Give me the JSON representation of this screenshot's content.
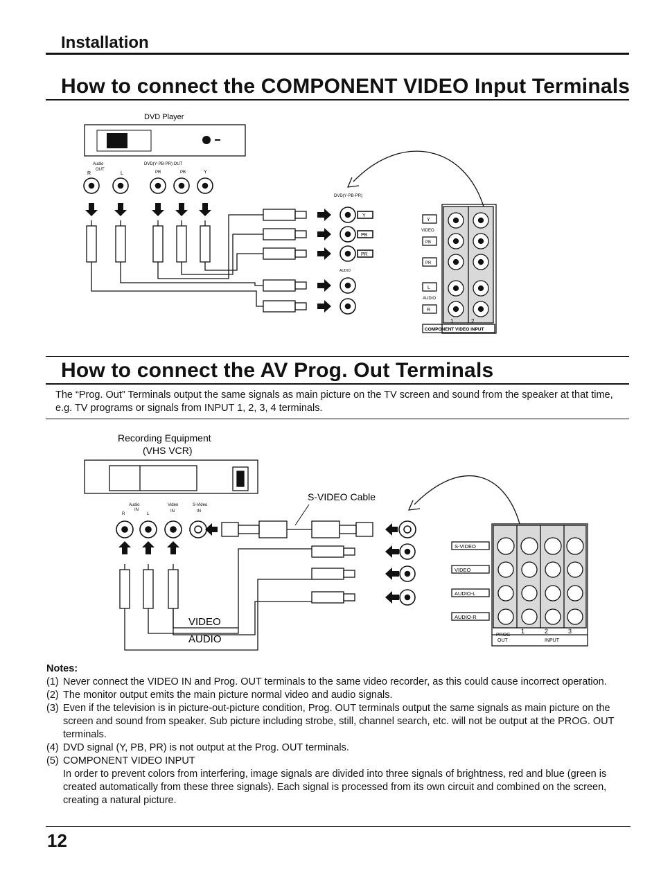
{
  "header": {
    "section": "Installation"
  },
  "section1": {
    "title": "How to connect the COMPONENT VIDEO Input Terminals",
    "dvd_player_label": "DVD Player",
    "dvd_audio_label": "Audio",
    "dvd_out_label": "OUT",
    "dvd_r": "R",
    "dvd_l": "L",
    "dvd_video_label": "DVD(Y·PB·PR) OUT",
    "dvd_pr": "PR",
    "dvd_pb": "PB",
    "dvd_y": "Y",
    "tv_dvd_label": "DVD(Y·PB·PR)",
    "tv_y": "Y",
    "tv_pb": "PB",
    "tv_pr": "PR",
    "tv_audio": "AUDIO",
    "panel_y": "Y",
    "panel_video": "VIDEO",
    "panel_pb": "PB",
    "panel_pr": "PR",
    "panel_l": "L",
    "panel_audio": "AUDIO",
    "panel_r": "R",
    "panel_1": "1",
    "panel_2": "2",
    "panel_footer": "COMPONENT VIDEO INPUT"
  },
  "section2": {
    "title": "How to connect the AV Prog. Out Terminals",
    "intro": "The “Prog. Out” Terminals output the same signals as main picture on the TV screen and sound from the speaker at that time, e.g. TV programs or signals from INPUT 1, 2, 3, 4 terminals.",
    "rec_label_1": "Recording Equipment",
    "rec_label_2": "(VHS VCR)",
    "vcr_audio": "Audio",
    "vcr_video": "Video",
    "vcr_svideo": "S-Video",
    "vcr_in": "IN",
    "vcr_r": "R",
    "vcr_l": "L",
    "svideo_cable": "S-VIDEO Cable",
    "video_label": "VIDEO",
    "audio_label": "AUDIO",
    "panel_svideo": "S-VIDEO",
    "panel_video": "VIDEO",
    "panel_audio_l": "AUDIO-L",
    "panel_audio_r": "AUDIO-R",
    "panel_prog": "PROG",
    "panel_out": "OUT",
    "panel_1": "1",
    "panel_2": "2",
    "panel_3": "3",
    "panel_input": "INPUT"
  },
  "notes": {
    "heading": "Notes:",
    "n1_num": "(1)",
    "n1": "Never connect the VIDEO IN and Prog. OUT terminals to the same video recorder, as this could cause incorrect operation.",
    "n2_num": "(2)",
    "n2": "The monitor output emits the main picture normal video and audio signals.",
    "n3_num": "(3)",
    "n3": "Even if the television is in picture-out-picture condition, Prog. OUT terminals output the same signals as main picture on the screen and sound from speaker. Sub picture including strobe, still, channel search, etc. will not be output at the PROG. OUT terminals.",
    "n4_num": "(4)",
    "n4": "DVD signal (Y, PB, PR) is not output at the Prog. OUT terminals.",
    "n5_num": "(5)",
    "n5": "COMPONENT VIDEO INPUT",
    "n5_body": "In order to prevent colors from interfering, image signals are divided into three signals of brightness, red and blue (green is created automatically from these three signals). Each signal is processed from its own circuit and combined on the screen, creating a natural picture."
  },
  "page_number": "12"
}
